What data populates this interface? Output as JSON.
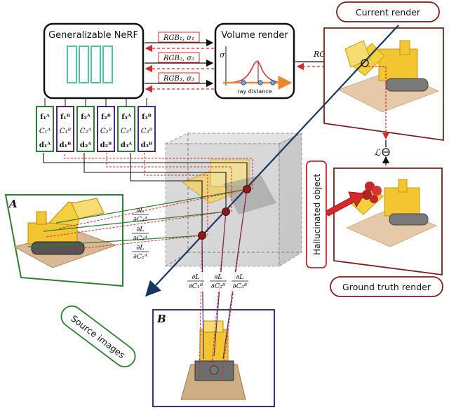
{
  "nerf_box": {
    "title": "Generalizable NeRF"
  },
  "volume_box": {
    "title": "Volume render",
    "axis_y": "σ",
    "axis_x": "ray distance"
  },
  "rgb_labels": [
    "RGB₁, σ₁",
    "RGB₂, σ₂",
    "RGB₃, σ₃"
  ],
  "rgb_main": "RGB",
  "current_render": {
    "label": "Current render"
  },
  "ground_truth": {
    "label": "Ground truth render"
  },
  "hallucinated": {
    "label": "Hallucinated object"
  },
  "loss_symbol": "ℒ",
  "minus_symbol": "⊖",
  "source_images": {
    "label": "Source images"
  },
  "view_a": {
    "label": "A"
  },
  "view_b": {
    "label": "B"
  },
  "feature_cols": [
    {
      "f": "f₁ᴬ",
      "c": "C₁ᴬ",
      "d": "d₁ᴬ",
      "color": "#2e7d32"
    },
    {
      "f": "f₁ᴮ",
      "c": "C₁ᴮ",
      "d": "d₁ᴮ",
      "color": "#4a2a7a"
    },
    {
      "f": "f₂ᴬ",
      "c": "C₂ᴬ",
      "d": "d₂ᴬ",
      "color": "#2e7d32"
    },
    {
      "f": "f₂ᴮ",
      "c": "C₂ᴮ",
      "d": "d₂ᴮ",
      "color": "#4a2a7a"
    },
    {
      "f": "f₃ᴬ",
      "c": "C₃ᴬ",
      "d": "d₃ᴬ",
      "color": "#2e7d32"
    },
    {
      "f": "f₃ᴮ",
      "c": "C₃ᴮ",
      "d": "d₃ᴮ",
      "color": "#4a2a7a"
    }
  ],
  "grad_a": [
    {
      "num": "∂L",
      "den": "∂C₃ᴬ"
    },
    {
      "num": "∂L",
      "den": "∂C₂ᴬ"
    },
    {
      "num": "∂L",
      "den": "∂C₁ᴬ"
    }
  ],
  "grad_b": [
    {
      "num": "∂L",
      "den": "∂C₁ᴮ"
    },
    {
      "num": "∂L",
      "den": "∂C₂ᴮ"
    },
    {
      "num": "∂L",
      "den": "∂C₃ᴮ"
    }
  ],
  "colors": {
    "green": "#2e7d32",
    "purple": "#4a2a7a",
    "dark_red": "#7a1f1f",
    "red": "#d62a2a",
    "navy": "#1b3563",
    "teal": "#4fc3a1",
    "orange": "#e8892b"
  }
}
